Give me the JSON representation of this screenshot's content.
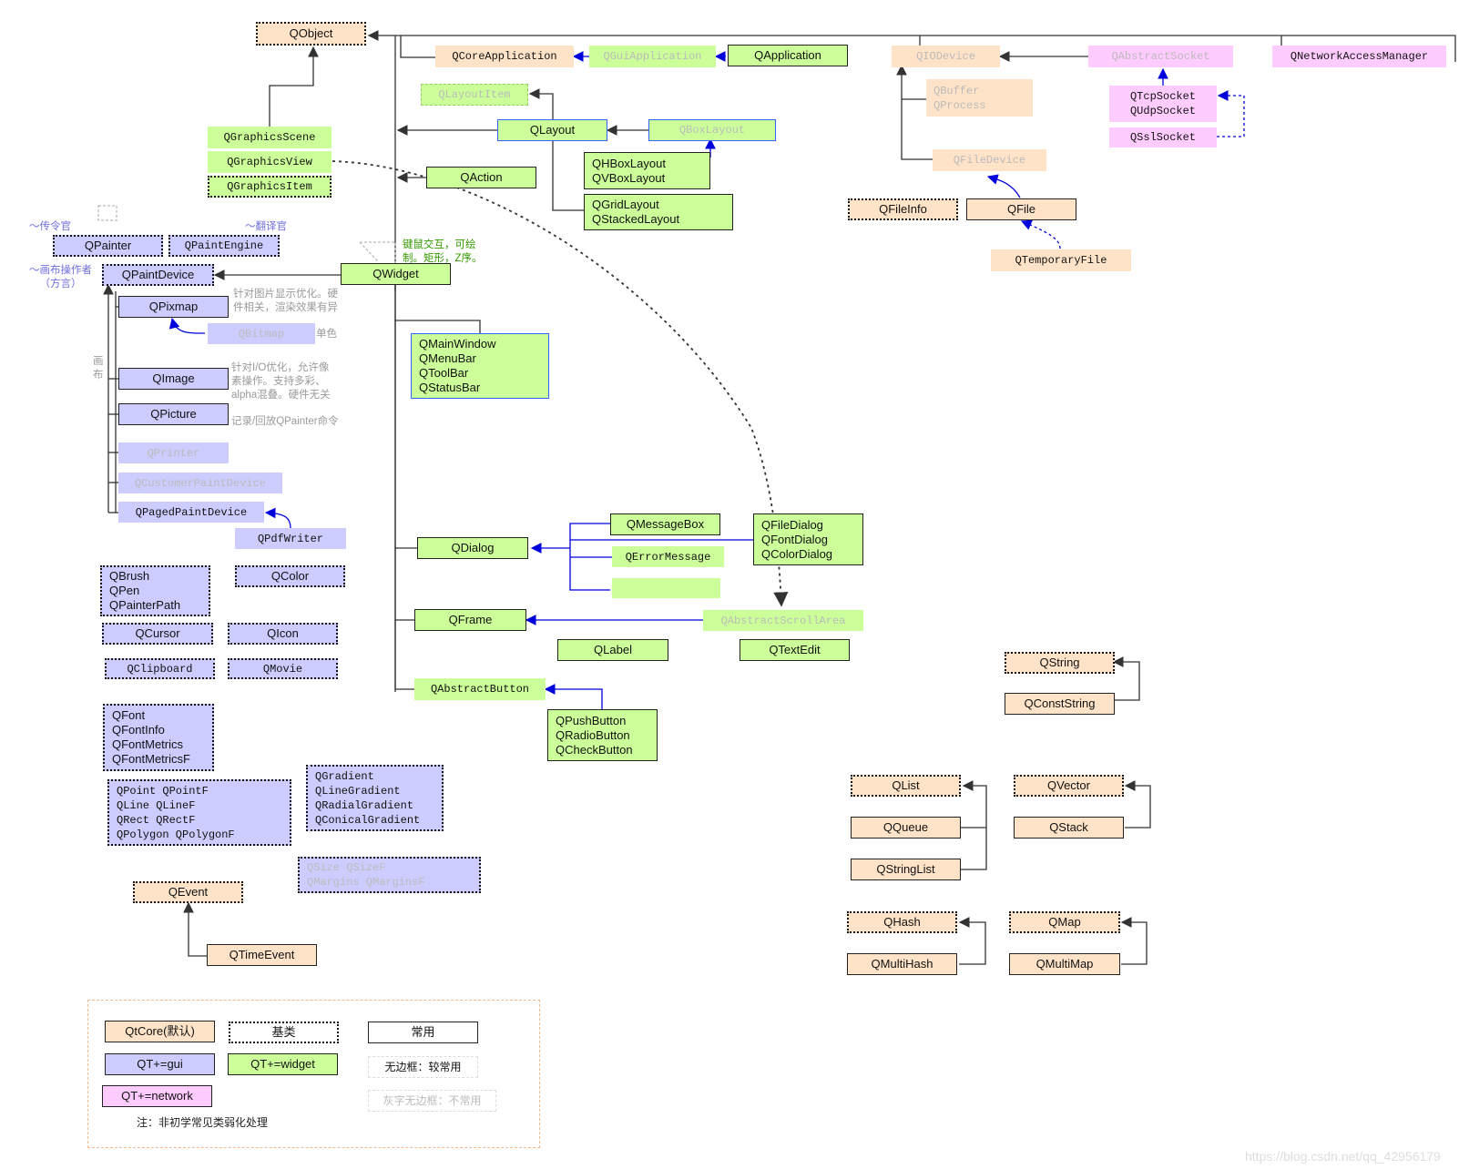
{
  "nodes": {
    "qobject": "QObject",
    "qcoreapplication": "QCoreApplication",
    "qguiapplication": "QGuiApplication",
    "qapplication": "QApplication",
    "qiodevice": "QIODevice",
    "qabstractsocket": "QAbstractSocket",
    "qnetworkaccessmanager": "QNetworkAccessManager",
    "qlayoutitem": "QLayoutItem",
    "qbuffer_qprocess": "QBuffer\nQProcess",
    "qtcpsocket_qudpsocket": "QTcpSocket\nQUdpSocket",
    "qsslsocket": "QSslSocket",
    "qlayout": "QLayout",
    "qboxlayout": "QBoxLayout",
    "qgraphicsscene": "QGraphicsScene",
    "qgraphicsview": "QGraphicsView",
    "qgraphicsitem": "QGraphicsItem",
    "qhboxlayout": "QHBoxLayout\nQVBoxLayout",
    "qaction": "QAction",
    "qfiledevice": "QFileDevice",
    "qgridlayout": "QGridLayout\nQStackedLayout",
    "qfileinfo": "QFileInfo",
    "qfile": "QFile",
    "qpainter": "QPainter",
    "qpaintengine": "QPaintEngine",
    "qtemporaryfile": "QTemporaryFile",
    "qpaintdevice": "QPaintDevice",
    "qwidget": "QWidget",
    "qpixmap": "QPixmap",
    "qbitmap": "QBitmap",
    "qmainwindow": "QMainWindow\nQMenuBar\nQToolBar\nQStatusBar",
    "qimage": "QImage",
    "qpicture": "QPicture",
    "qprinter": "QPrinter",
    "qcustomerpaintdevice": "QCustomerPaintDevice",
    "qpagedpaintdevice": "QPagedPaintDevice",
    "qmessagebox": "QMessageBox",
    "qfiledialog": "QFileDialog\nQFontDialog\nQColorDialog",
    "qpdfwriter": "QPdfWriter",
    "qdialog": "QDialog",
    "qerrormessage": "QErrorMessage",
    "qbrush": "QBrush\nQPen\nQPainterPath",
    "qcolor": "QColor",
    "qframe": "QFrame",
    "qabstractscrollarea": "QAbstractScrollArea",
    "qcursor": "QCursor",
    "qicon": "QIcon",
    "qlabel": "QLabel",
    "qtextedit": "QTextEdit",
    "qclipboard": "QClipboard",
    "qmovie": "QMovie",
    "qstring": "QString",
    "qabstractbutton": "QAbstractButton",
    "qconststring": "QConstString",
    "qpushbutton": "QPushButton\nQRadioButton\nQCheckButton",
    "qfont": "QFont\nQFontInfo\nQFontMetrics\nQFontMetricsF",
    "qgradient": "QGradient\nQLineGradient\nQRadialGradient\nQConicalGradient",
    "qpoint": "QPoint QPointF\nQLine QLineF\nQRect QRectF\nQPolygon QPolygonF",
    "qlist": "QList",
    "qvector": "QVector",
    "qqueue": "QQueue",
    "qstack": "QStack",
    "qstringlist": "QStringList",
    "qsize": "QSize QSizeF\nQMargins QMarginsF",
    "qevent": "QEvent",
    "qhash": "QHash",
    "qmap": "QMap",
    "qtimeevent": "QTimeEvent",
    "qmultihash": "QMultiHash",
    "qmultimap": "QMultiMap"
  },
  "notes": {
    "chuanlingguan": "～传令官",
    "fanyiguan": "～翻译官",
    "huabu_caozuozhe": "～画布操作者\n（方言）",
    "qwidget_note": "键鼠交互，可绘\n制。矩形，Z序。",
    "pixmap_note": "针对图片显示优化。硬\n件相关，渲染效果有异",
    "bitmap_note": "单色",
    "huabu": "画\n布",
    "image_note": "针对I/O优化，允许像\n素操作。支持多彩、\nalpha混叠。硬件无关",
    "picture_note": "记录/回放QPainter命令"
  },
  "legend": {
    "qtcore": "QtCore(默认)",
    "jilei": "基类",
    "changyong": "常用",
    "gui": "QT+=gui",
    "widget": "QT+=widget",
    "wubiankuang": "无边框：较常用",
    "network": "QT+=network",
    "huizi": "灰字无边框：不常用",
    "zhu": "注：非初学常见类弱化处理"
  },
  "watermark": "https://blog.csdn.net/qq_42956179",
  "colors": {
    "qtcore": "#ffe3c8",
    "gui": "#ccccff",
    "widget": "#ccff99",
    "network": "#ffccff",
    "arrow_black": "#333333",
    "arrow_blue": "#0000dd",
    "legend_border": "#f5b88a"
  }
}
